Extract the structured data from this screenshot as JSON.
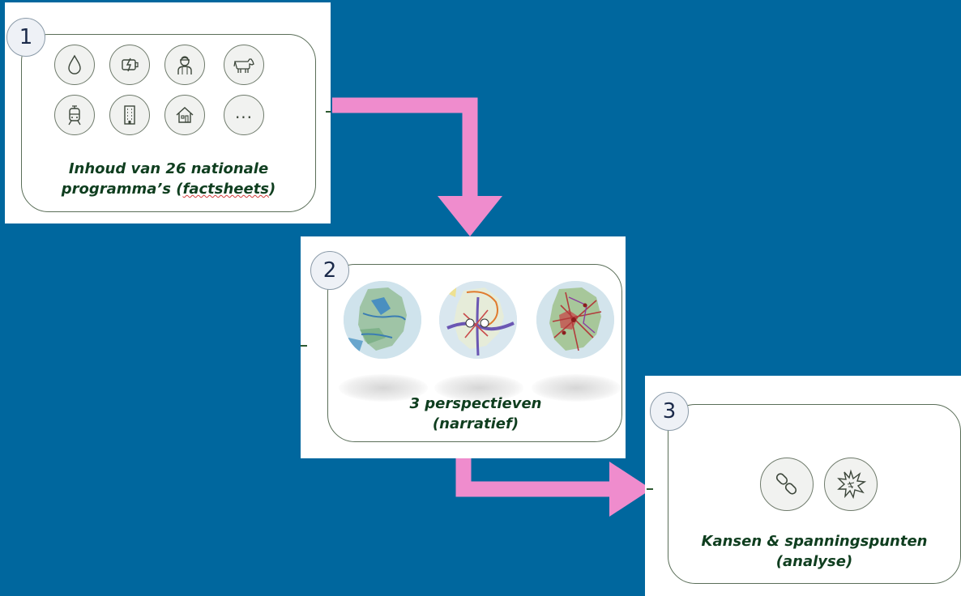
{
  "colors": {
    "background": "#00679e",
    "arrow": "#ef8ccd",
    "caption_text": "#0f3e1f",
    "card_border": "#5a6e58"
  },
  "step1": {
    "number": "1",
    "caption_line1": "Inhoud van 26 nationale",
    "caption_line2_prefix": "programma’s (",
    "caption_line2_word": "factsheets",
    "caption_line2_suffix": ")",
    "icons": [
      "water-drop-icon",
      "battery-charging-icon",
      "farmer-person-icon",
      "cow-icon",
      "tram-icon",
      "office-building-icon",
      "house-icon",
      "more-ellipsis-icon"
    ],
    "more_label": "..."
  },
  "step2": {
    "number": "2",
    "caption_line1": "3 perspectieven",
    "caption_line2": "(narratief)",
    "maps": [
      "netherlands-water-map",
      "netherlands-corridors-map",
      "netherlands-network-map"
    ]
  },
  "step3": {
    "number": "3",
    "caption_line1": "Kansen & spanningspunten",
    "caption_line2": "(analyse)",
    "icons": [
      "chain-link-icon",
      "burst-conflict-icon"
    ]
  }
}
